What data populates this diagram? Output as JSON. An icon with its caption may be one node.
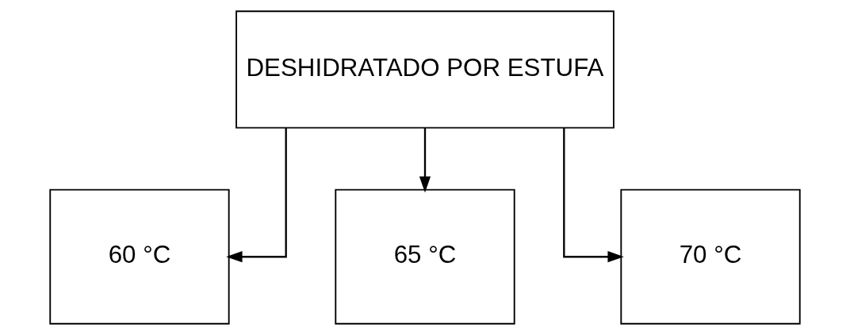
{
  "diagram": {
    "nodes": [
      {
        "text": [
          "DESHIDRATADO POR ESTUFA"
        ]
      },
      {
        "text": [
          "60 °C"
        ]
      },
      {
        "text": [
          "65 °C"
        ]
      },
      {
        "text": [
          "70 °C"
        ]
      }
    ],
    "edges": [
      {
        "from": 0,
        "to": 1,
        "arrow": "to"
      },
      {
        "from": 0,
        "to": 2,
        "arrow": "to"
      },
      {
        "from": 0,
        "to": 3,
        "arrow": "to"
      }
    ]
  }
}
